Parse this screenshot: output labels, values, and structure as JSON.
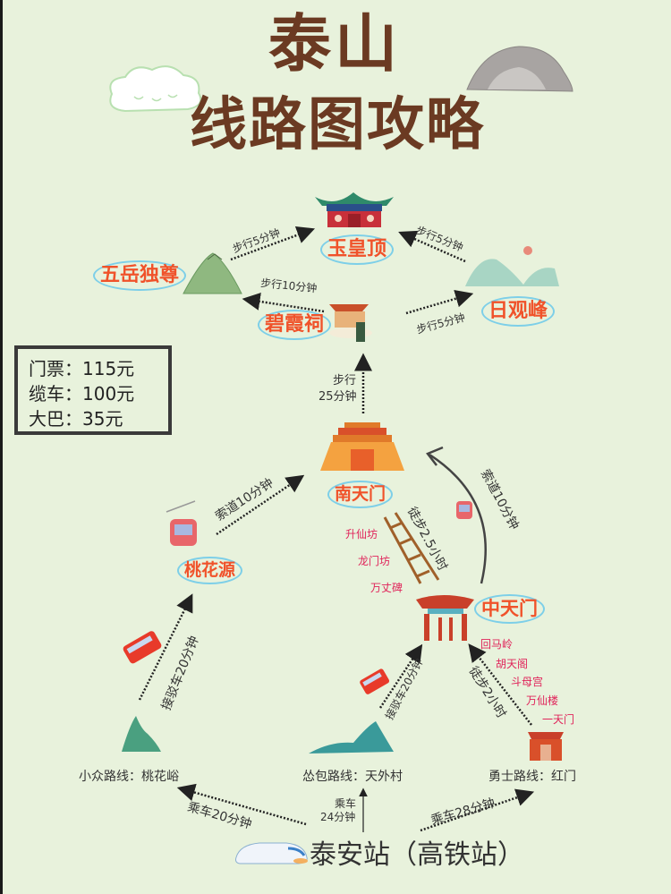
{
  "title": {
    "line1": "泰山",
    "line2": "线路图攻略"
  },
  "prices": [
    {
      "label": "门票：115元"
    },
    {
      "label": "缆车：100元"
    },
    {
      "label": "大巴：35元"
    }
  ],
  "places": {
    "yuhuangding": "玉皇顶",
    "wuyueduzun": "五岳独尊",
    "bixiaci": "碧霞祠",
    "riguanfeng": "日观峰",
    "nantianmen": "南天门",
    "taohuayuan": "桃花源",
    "zhongtianmen": "中天门"
  },
  "edges": {
    "wuyue_to_yuhuang": "步行5分钟",
    "riguan_to_yuhuang": "步行5分钟",
    "bixia_to_wuyue": "步行10分钟",
    "bixia_to_riguan": "步行5分钟",
    "nantian_to_bixia_1": "步行",
    "nantian_to_bixia_2": "25分钟",
    "taohua_cable": "索道10分钟",
    "zhongtian_cable": "索道10分钟",
    "zhongtian_walk": "徒步2.5小时",
    "taohuayu_bus": "接驳车20分钟",
    "tianwai_bus": "接驳车20分钟",
    "hongmen_walk": "徒步2小时",
    "station_to_taohuayu": "乘车20分钟",
    "station_to_tianwai_1": "乘车",
    "station_to_tianwai_2": "24分钟",
    "station_to_hongmen": "乘车28分钟"
  },
  "waypoints_upper": [
    "升仙坊",
    "龙门坊",
    "万丈碑"
  ],
  "waypoints_lower": [
    "回马岭",
    "胡天阁",
    "斗母宫",
    "万仙楼",
    "一天门"
  ],
  "routes": {
    "xiaozhong": "小众路线：桃花峪",
    "songbao": "怂包路线：天外村",
    "yongshi": "勇士路线：红门"
  },
  "station": "泰安站（高铁站）",
  "colors": {
    "background": "#e8f2dc",
    "title": "#6b3a22",
    "place": "#f0522a",
    "ring": "#7dcfe8",
    "waypoint": "#e0245a"
  }
}
